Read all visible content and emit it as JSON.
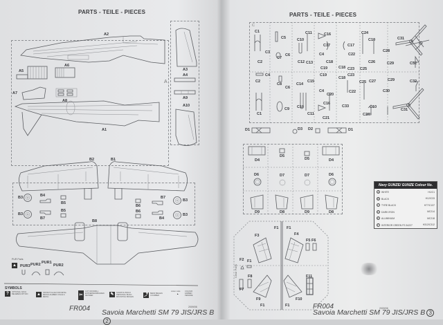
{
  "left_page": {
    "title": "PARTS - TEILE - PIECES",
    "sprue_a": {
      "sprue_letter": "A",
      "labels": [
        "A2",
        "A3",
        "A4",
        "A5",
        "A6",
        "A7",
        "A8",
        "A9",
        "A10",
        "A1"
      ]
    },
    "sprue_b": {
      "labels": [
        "B2",
        "B1",
        "B3",
        "B4",
        "B5",
        "B3",
        "B7",
        "B5",
        "B6",
        "B7",
        "B3",
        "B6",
        "B4",
        "B3",
        "B8"
      ]
    },
    "pur_parts": {
      "title": "PUR Parts",
      "labels": [
        "PUR3",
        "PUR2",
        "PUR1",
        "PUR2"
      ]
    },
    "symbols": {
      "title": "SYMBOLS",
      "items": [
        {
          "icon": "question-icon",
          "glyph": "?",
          "text": "OPTIONAL NACH BELIEBEN OPTION"
        },
        {
          "icon": "glue-bottle-icon",
          "glyph": "▲",
          "text": "INSTANT GLUE FOR METAL METALLKLEBER COLLE A METAL"
        },
        {
          "icon": "cut-off-icon",
          "glyph": "✂",
          "text": "CUT OFF/DRILL ENTFERNEN/BOHREN RETIRER"
        },
        {
          "icon": "scratch-build-icon",
          "glyph": "✎",
          "text": "SCRATCH BUILD PERSONAL BUILD MOUNTING BIOGEN"
        },
        {
          "icon": "bend-icon",
          "glyph": "⤴",
          "text": "BEND BIEGEN COURBER"
        },
        {
          "icon": "colour-code-icon",
          "glyph": "◔",
          "text": "COLOUR FARBEN PEINDRE",
          "small_label": "colour code"
        }
      ]
    },
    "footer": {
      "code": "FR004",
      "name": "Savoia Marchetti SM 79 JIS/JRS B",
      "date_code": "2009/06",
      "page_number": "2"
    }
  },
  "right_page": {
    "title": "PARTS - TEILE - PIECES",
    "sprue_c": {
      "sprue_letter": "C",
      "top_labels": [
        "C1",
        "C5",
        "C11",
        "C16",
        "C24",
        "C31",
        "C10",
        "C17",
        "C17",
        "C10",
        "C3",
        "C28",
        "C7",
        "C6",
        "C4",
        "C22",
        "C2",
        "C12",
        "C13",
        "C18",
        "C18",
        "C26",
        "C29",
        "C32",
        "C19",
        "C23",
        "C25"
      ],
      "bottom_labels": [
        "C2",
        "C4",
        "C19",
        "C23",
        "C8",
        "C6",
        "C14",
        "C15",
        "C18",
        "C25",
        "C27",
        "C29",
        "C32",
        "C4",
        "C20",
        "C22",
        "C30",
        "C16",
        "C10",
        "C33",
        "C10",
        "C1",
        "C9",
        "C11",
        "C21",
        "C24",
        "C31"
      ]
    },
    "sprue_d": {
      "labels": [
        "D1",
        "D3",
        "D2",
        "D1",
        "D4",
        "D5",
        "D5",
        "D4",
        "D6",
        "D7",
        "D7",
        "D6",
        "D9",
        "D8",
        "D9",
        "D8"
      ]
    },
    "sprue_f": {
      "side_label": "Clear Parts",
      "labels": [
        "F1",
        "F1",
        "F3",
        "F4",
        "F5",
        "F6",
        "F2",
        "F1",
        "F8",
        "F11",
        "F7",
        "F9",
        "F10",
        "F1",
        "F1"
      ]
    },
    "colour_table": {
      "header": "Navy GUNZE/ GUNZE Colour No.",
      "rows": [
        {
          "letter": "A",
          "name": "WHITE",
          "code": "H1/C1"
        },
        {
          "letter": "B",
          "name": "BLACK",
          "code": "H12/C33"
        },
        {
          "letter": "C",
          "name": "TYRE BLACK",
          "code": "H77/C137"
        },
        {
          "letter": "D",
          "name": "DARK IRON",
          "code": "MC214"
        },
        {
          "letter": "E",
          "name": "ALUMINIUM",
          "code": "MC218"
        },
        {
          "letter": "F",
          "name": "INTERIOR GREEN FS 34227",
          "code": "H312/C312"
        }
      ]
    },
    "footer": {
      "code": "FR004",
      "name": "Savoia Marchetti SM 79 JIS/JRS B",
      "date_code": "2009/06",
      "page_number": "3"
    }
  }
}
